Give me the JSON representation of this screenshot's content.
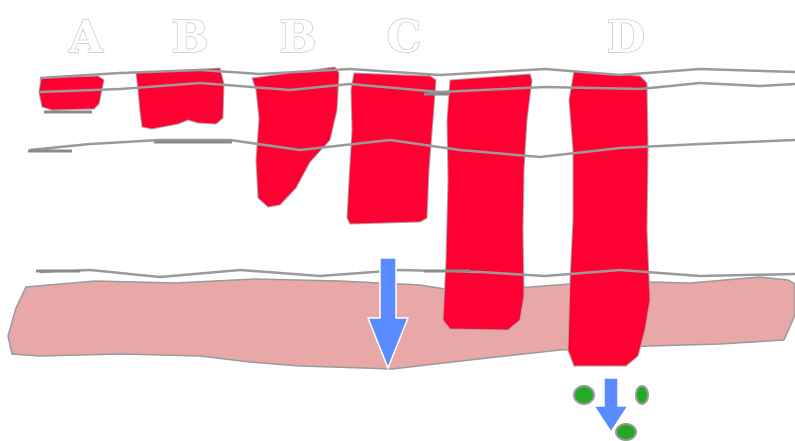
{
  "labels": {
    "a": "A",
    "b1": "B",
    "b2": "B",
    "c": "C",
    "d": "D"
  },
  "colors": {
    "wound": "#ff0033",
    "fat_layer": "#e8a8a8",
    "arrow": "#5a8cff",
    "bacteria": "#22aa22",
    "layer_line": "#9a9a9a"
  },
  "icons": {
    "downward_arrow": "arrow-down-icon",
    "bacteria": "bacteria-icon"
  }
}
